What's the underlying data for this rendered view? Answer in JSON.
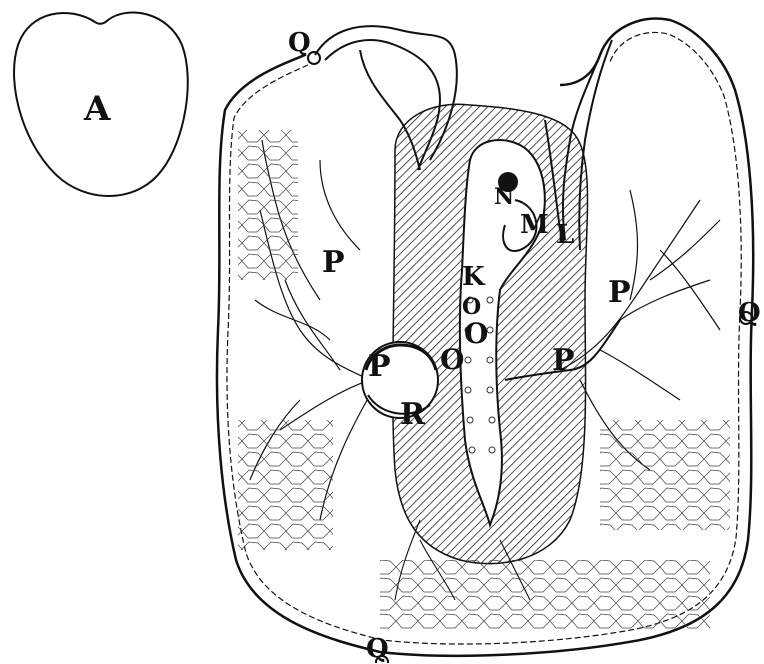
{
  "figure": {
    "label_A": "A",
    "labels_Q": [
      "Q",
      "Q",
      "Q"
    ],
    "labels_P": [
      "P",
      "P",
      "P",
      "P"
    ],
    "labels_O": [
      "O",
      "O",
      "O"
    ],
    "label_R": "R",
    "label_N": "N",
    "label_M": "M",
    "label_L": "L",
    "label_K": "K"
  },
  "colors": {
    "ink": "#111111",
    "paper": "#ffffff"
  }
}
